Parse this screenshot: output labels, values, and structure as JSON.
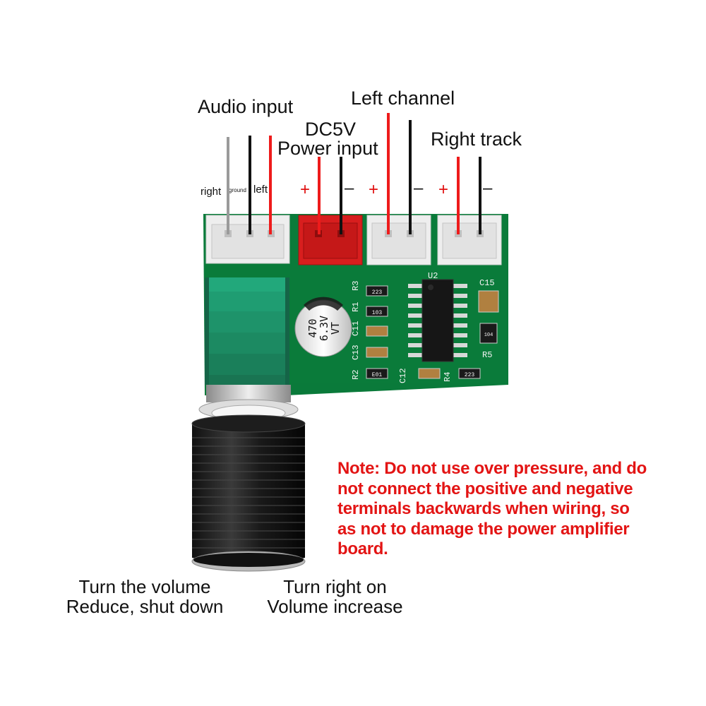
{
  "labels": {
    "audio_input": "Audio input",
    "right": "right",
    "ground": "ground",
    "left": "left",
    "dc5v": "DC5V",
    "power_input": "Power input",
    "left_channel": "Left channel",
    "right_track": "Right track",
    "plus": "+",
    "minus": "–"
  },
  "board": {
    "capacitor_value": "470",
    "capacitor_voltage": "6.3V",
    "capacitor_series": "VT",
    "chip": "U2",
    "components": [
      "R3",
      "R1",
      "C11",
      "C13",
      "R2",
      "C12",
      "R4",
      "C15",
      "R5"
    ],
    "resistor_codes": [
      "223",
      "103",
      "223",
      "104",
      "E01"
    ]
  },
  "note": "Note: Do not use over pressure, and do not connect the positive and negative terminals backwards when wiring, so as not to damage the power amplifier board.",
  "captions": {
    "left_line1": "Turn the volume",
    "left_line2": "Reduce, shut down",
    "right_line1": "Turn right on",
    "right_line2": "Volume increase"
  },
  "colors": {
    "pcb": "#0a7a3a",
    "note_text": "#e31414",
    "wire_red": "#ee1b1b",
    "wire_black": "#111111",
    "wire_gray": "#9a9a9a",
    "power_connector": "#d81e1e"
  }
}
